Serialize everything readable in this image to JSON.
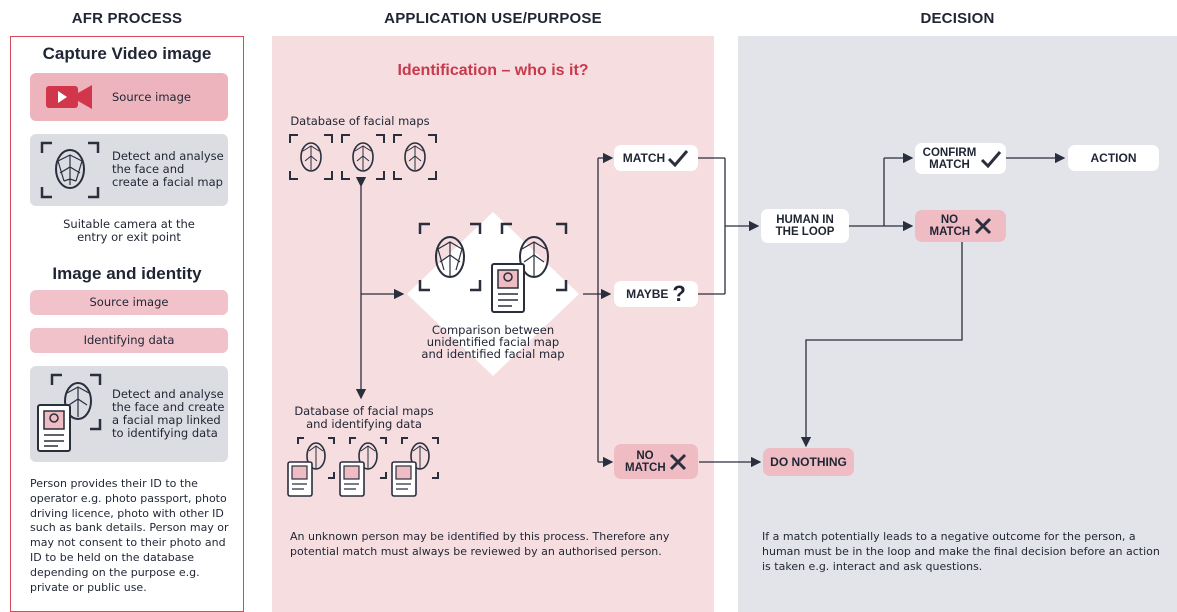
{
  "headers": {
    "afr": "AFR PROCESS",
    "application": "APPLICATION USE/PURPOSE",
    "decision": "DECISION"
  },
  "left": {
    "capture_title": "Capture Video image",
    "source_image_1": "Source image",
    "detect_1": "Detect and analyse the face and create a facial map",
    "camera_note": "Suitable camera at the entry or exit point",
    "identity_title": "Image and identity",
    "source_image_2": "Source image",
    "identifying_data": "Identifying data",
    "detect_2": "Detect and analyse the face and create a facial map linked to identifying data",
    "person_note": "Person provides their ID to the operator e.g. photo passport, photo driving licence, photo with other ID such as bank details. Person may or may not consent to their photo and ID to be held on the database depending on the purpose e.g. private or public use."
  },
  "middle": {
    "title": "Identification – who is it?",
    "db1": "Database of facial maps",
    "db2": "Database of facial maps and identifying data",
    "comparison": "Comparison between unidentified facial map and identified facial map",
    "match": "MATCH",
    "maybe": "MAYBE",
    "no_match": "NO MATCH",
    "note": "An unknown person may be identified by this process. Therefore any potential match must always be reviewed by an authorised person."
  },
  "right": {
    "human": "HUMAN IN THE LOOP",
    "confirm": "CONFIRM MATCH",
    "action": "ACTION",
    "no_match": "NO MATCH",
    "do_nothing": "DO NOTHING",
    "note": "If a match potentially leads to a negative outcome for the person, a human must be in the loop and make the final decision before an action is taken e.g. interact and ask questions."
  },
  "colors": {
    "accent": "#c8394c",
    "pink_panel": "#f6dde0",
    "grey_panel": "#e3e4e9",
    "dark": "#2a2f3d"
  },
  "icons": [
    "video-camera-icon",
    "face-scan-icon",
    "id-card-icon",
    "checkmark-icon",
    "question-mark-icon",
    "cross-icon"
  ]
}
